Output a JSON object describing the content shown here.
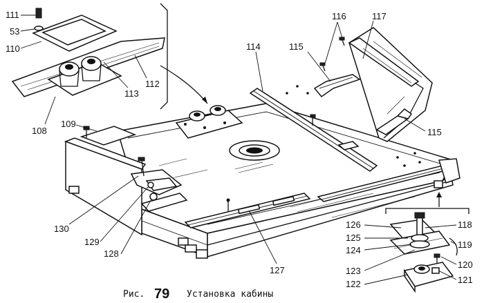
{
  "figure": {
    "caption_prefix": "Рис.",
    "caption_number": "79",
    "caption_title": "Установка кабины"
  },
  "callouts": [
    {
      "id": "111",
      "text": "111"
    },
    {
      "id": "53",
      "text": "53"
    },
    {
      "id": "110",
      "text": "110"
    },
    {
      "id": "108",
      "text": "108"
    },
    {
      "id": "113",
      "text": "113"
    },
    {
      "id": "112",
      "text": "112"
    },
    {
      "id": "109",
      "text": "109"
    },
    {
      "id": "114",
      "text": "114"
    },
    {
      "id": "115a",
      "text": "115"
    },
    {
      "id": "116",
      "text": "116"
    },
    {
      "id": "117",
      "text": "117"
    },
    {
      "id": "115b",
      "text": "115"
    },
    {
      "id": "130",
      "text": "130"
    },
    {
      "id": "129",
      "text": "129"
    },
    {
      "id": "128",
      "text": "128"
    },
    {
      "id": "127",
      "text": "127"
    },
    {
      "id": "126",
      "text": "126"
    },
    {
      "id": "125",
      "text": "125"
    },
    {
      "id": "124",
      "text": "124"
    },
    {
      "id": "123",
      "text": "123"
    },
    {
      "id": "122",
      "text": "122"
    },
    {
      "id": "118",
      "text": "118"
    },
    {
      "id": "119",
      "text": "119"
    },
    {
      "id": "120",
      "text": "120"
    },
    {
      "id": "121",
      "text": "121"
    }
  ]
}
